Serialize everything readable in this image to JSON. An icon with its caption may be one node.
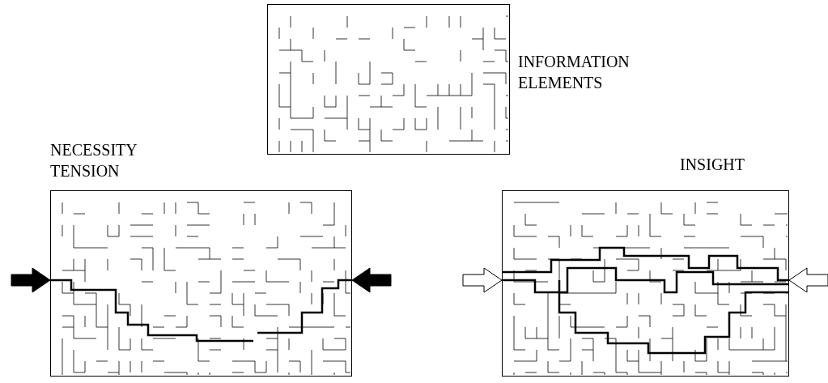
{
  "diagram": {
    "nodes": [
      {
        "text": [
          "INFORMATION ELEMENTS"
        ]
      },
      {
        "text": [
          "NECESSITY TENSION"
        ]
      },
      {
        "text": [
          "INSIGHT"
        ]
      }
    ],
    "edges": [
      {
        "from": null,
        "to": 1,
        "arrow": "to",
        "color": "#000000"
      },
      {
        "from": null,
        "to": 1,
        "arrow": "to",
        "color": "#000000"
      },
      {
        "from": null,
        "to": 2,
        "arrow": "to",
        "color": "#ffffff"
      },
      {
        "from": null,
        "to": 2,
        "arrow": "to",
        "color": "#ffffff"
      }
    ]
  }
}
